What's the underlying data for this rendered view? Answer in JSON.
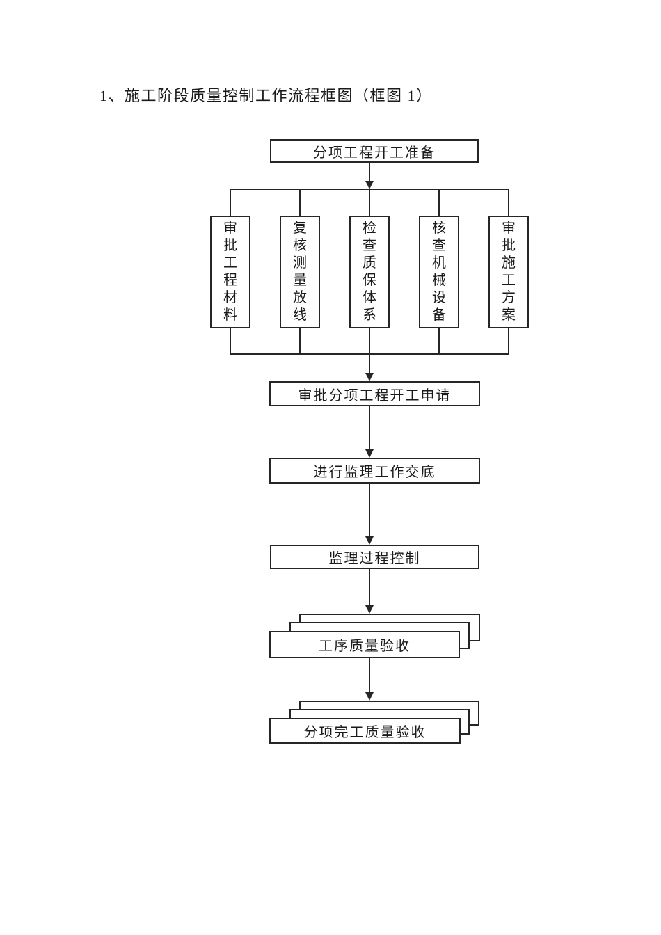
{
  "title": "1、施工阶段质量控制工作流程框图（框图 1）",
  "colors": {
    "line": "#262626",
    "text": "#1a1a1a",
    "page_bg": "#ffffff"
  },
  "flowchart": {
    "nodes": {
      "start": "分项工程开工准备",
      "parallel": [
        "审批工程材料",
        "复核测量放线",
        "检查质保体系",
        "核查机械设备",
        "审批施工方案"
      ],
      "approve_application": "审批分项工程开工申请",
      "supervision_disclosure": "进行监理工作交底",
      "process_control": "监理过程控制",
      "process_quality_acceptance": "工序质量验收",
      "completion_quality_acceptance": "分项完工质量验收"
    }
  }
}
